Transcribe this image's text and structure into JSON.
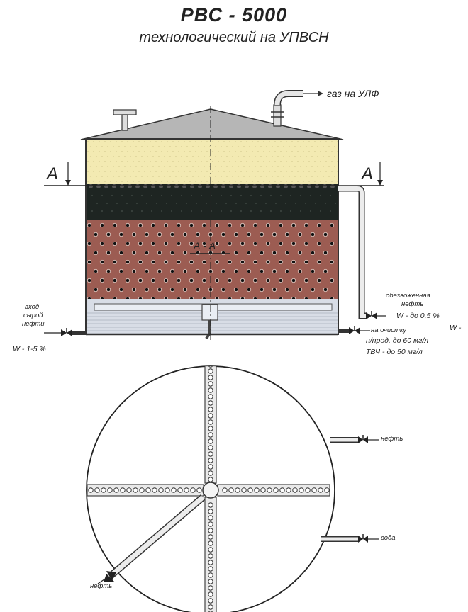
{
  "title": "РВС - 5000",
  "subtitle": "технологический на УПВСН",
  "labels": {
    "gas": "газ на УЛФ",
    "section_left": "А",
    "section_right": "А",
    "inlet_line1": "вход",
    "inlet_line2": "сырой",
    "inlet_line3": "нефти",
    "inlet_water": "W - 1-5 %",
    "dehydrated_line1": "обезвоженная",
    "dehydrated_line2": "нефть",
    "dehydrated_water": "W - до 0,5 %",
    "dehydrated_water2": "W -",
    "to_treatment": "на очистку",
    "oil_product": "н/прод. до 60 мг/л",
    "suspended": "ТВЧ - до 50 мг/л",
    "section_aa": "А - А",
    "plan_oil_out": "нефть",
    "plan_water_out": "вода",
    "plan_oil_in": "нефть"
  },
  "colors": {
    "gas_zone": "#f3eab2",
    "oil_zone": "#1e2522",
    "emulsion_zone": "#9c5c52",
    "water_zone": "#d8dde6",
    "roof": "#b6b6b6",
    "line": "#333333"
  }
}
